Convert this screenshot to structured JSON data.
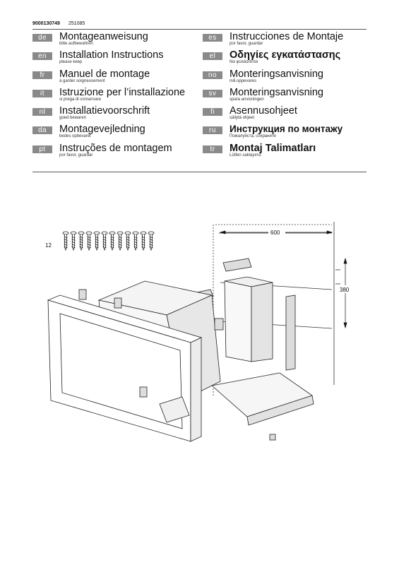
{
  "header": {
    "doc_number": "9000130749",
    "date_code": "251085"
  },
  "languages_left": [
    {
      "code": "de",
      "title": "Montageanweisung",
      "subtitle": "bitte aufbewahren"
    },
    {
      "code": "en",
      "title": "Installation Instructions",
      "subtitle": "please keep"
    },
    {
      "code": "fr",
      "title": "Manuel de montage",
      "subtitle": "à garder soigneusement"
    },
    {
      "code": "it",
      "title": "Istruzione per l’installazione",
      "subtitle": "si prega di conservare"
    },
    {
      "code": "nl",
      "title": "Installatievoorschrift",
      "subtitle": "goed bewaren"
    },
    {
      "code": "da",
      "title": "Montagevejledning",
      "subtitle": "bedes opbevaret"
    },
    {
      "code": "pt",
      "title": "Instruções de montagem",
      "subtitle": "por favor, guardar"
    }
  ],
  "languages_right": [
    {
      "code": "es",
      "title": "Instrucciones de Montaje",
      "subtitle": "por favor, guardar"
    },
    {
      "code": "el",
      "title": "Οδηγίες εγκατάστασης",
      "subtitle": "Να φυλάσσεται"
    },
    {
      "code": "no",
      "title": "Monteringsanvisning",
      "subtitle": "må oppevares"
    },
    {
      "code": "sv",
      "title": "Monteringsanvisning",
      "subtitle": "spara anvisningen"
    },
    {
      "code": "fi",
      "title": "Asennusohjeet",
      "subtitle": "säilytä ohjeet"
    },
    {
      "code": "ru",
      "title": "Инструкция по монтажу",
      "subtitle": "Пожалуйста, сохраните"
    },
    {
      "code": "tr",
      "title": "Montaj Talimatları",
      "subtitle": "Lütfen saklayınız"
    }
  ],
  "illustration": {
    "screw_count_label": "12",
    "dimension_width": "600",
    "dimension_height": "380"
  }
}
